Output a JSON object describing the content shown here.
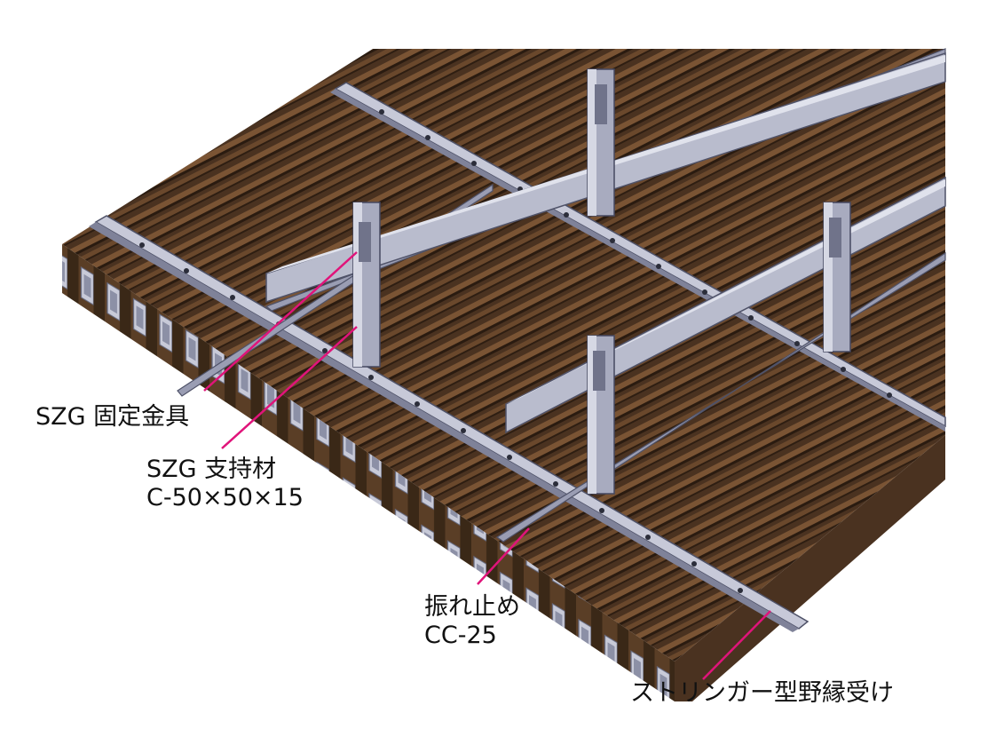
{
  "labels": {
    "bracket": [
      "SZG 固定金具"
    ],
    "support": [
      "SZG 支持材",
      "C-50×50×15"
    ],
    "brace": [
      "振れ止め",
      "CC-25"
    ],
    "carrier": [
      "ストリンガー型野縁受け"
    ]
  },
  "colors": {
    "leader": "#e0147a",
    "wood_dark": "#3f2a18",
    "wood_mid": "#6b4a2c",
    "wood_light": "#9a7450",
    "steel": "#a4a7bd",
    "steel_dark": "#5f627a",
    "steel_light": "#d7d9e6"
  }
}
